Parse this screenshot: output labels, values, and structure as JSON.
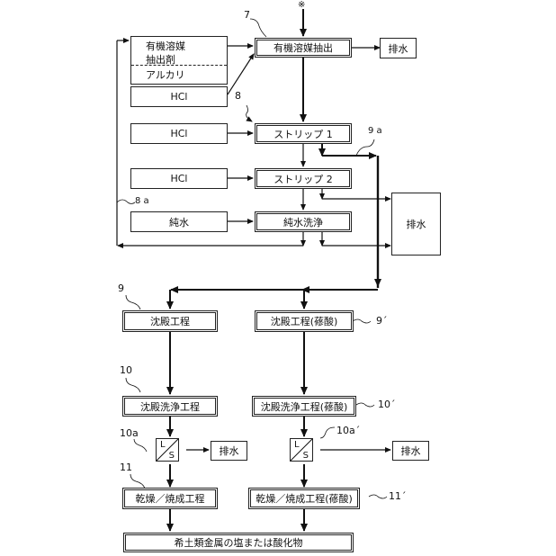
{
  "feed_mark": "※",
  "inputs": {
    "organic": {
      "line1": "有機溶媒",
      "line2": "抽出剤",
      "line3": "アルカリ"
    },
    "hcl_1": "HCl",
    "hcl_2": "HCl",
    "hcl_3": "HCl",
    "pure_water": "純水"
  },
  "steps": {
    "extraction": "有機溶媒抽出",
    "strip1": "ストリップ 1",
    "strip2": "ストリップ 2",
    "wash": "純水洗浄",
    "precip": "沈殿工程",
    "precip_ox": "沈殿工程(蓚酸)",
    "precip_wash": "沈殿洗浄工程",
    "precip_wash_ox": "沈殿洗浄工程(蓚酸)",
    "dry": "乾燥／焼成工程",
    "dry_ox": "乾燥／焼成工程(蓚酸)",
    "product": "希土類金属の塩または酸化物"
  },
  "separators": {
    "l": "L",
    "s": "S"
  },
  "drains": {
    "top": "排水",
    "side": "排水",
    "left": "排水",
    "right": "排水"
  },
  "refs": {
    "r7": "7",
    "r8": "8",
    "r8a": "8 a",
    "r9": "9",
    "r9a": "9 a",
    "r9p": "9´",
    "r10": "10",
    "r10p": "10´",
    "r10a": "10a",
    "r10ap": "10a´",
    "r11": "11",
    "r11p": "11´"
  }
}
